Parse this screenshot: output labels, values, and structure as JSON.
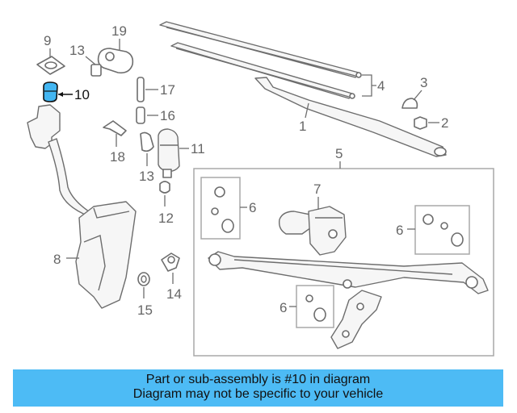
{
  "diagram": {
    "callouts": {
      "c1": "1",
      "c2": "2",
      "c3": "3",
      "c4": "4",
      "c5": "5",
      "c6a": "6",
      "c6b": "6",
      "c6c": "6",
      "c7": "7",
      "c8": "8",
      "c9": "9",
      "c10": "10",
      "c11": "11",
      "c12": "12",
      "c13a": "13",
      "c13b": "13",
      "c14": "14",
      "c15": "15",
      "c16": "16",
      "c17": "17",
      "c18": "18",
      "c19": "19"
    },
    "highlighted_part": "10",
    "colors": {
      "highlight": "#43b6f2",
      "banner": "#4dbbf5",
      "line": "#6d6d6d"
    }
  },
  "banner": {
    "line1": "Part or sub-assembly is #10 in diagram",
    "line2": "Diagram may not be specific to your vehicle"
  }
}
